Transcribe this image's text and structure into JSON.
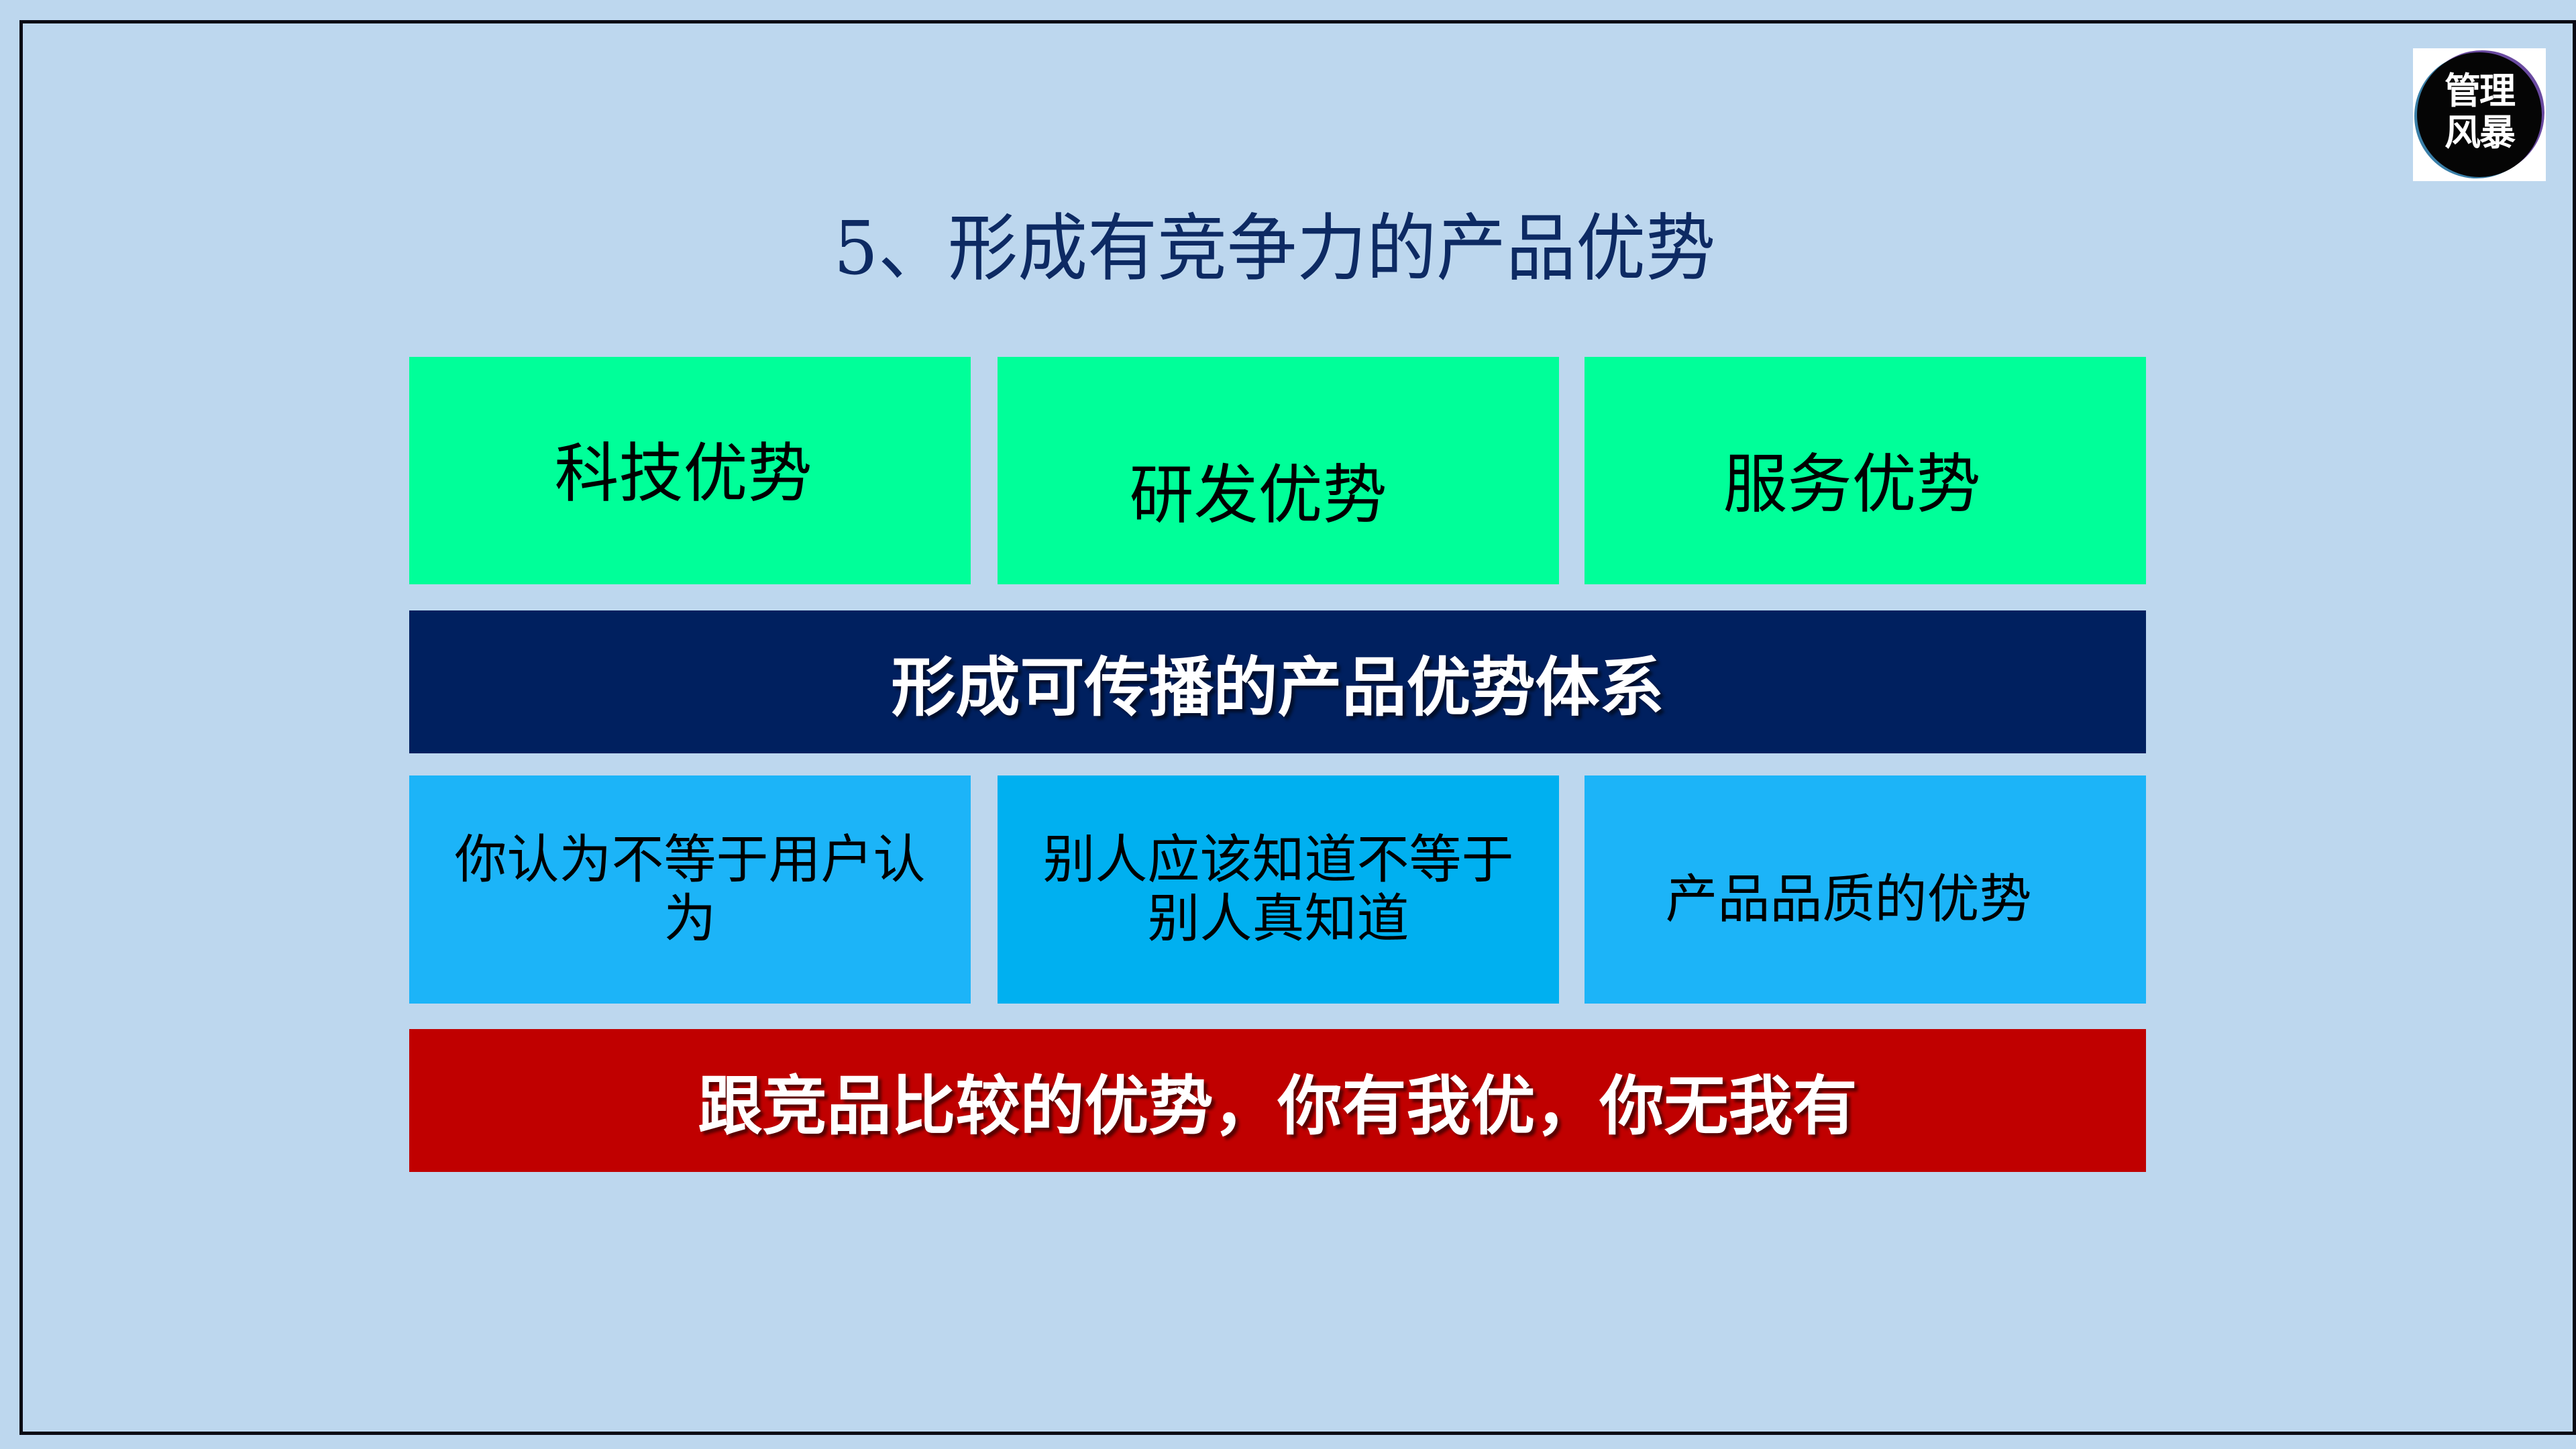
{
  "slide": {
    "title": "5、形成有竞争力的产品优势",
    "logo": {
      "line1": "管理",
      "line2": "风暴"
    },
    "top_row": [
      {
        "label": "科技优势"
      },
      {
        "label": "研发优势"
      },
      {
        "label": "服务优势"
      }
    ],
    "system_bar": {
      "label": "形成可传播的产品优势体系"
    },
    "middle_row": [
      {
        "label": "你认为不等于用户认为"
      },
      {
        "label": "别人应该知道不等于别人真知道"
      },
      {
        "label": "产品品质的优势"
      }
    ],
    "competitor_bar": {
      "label": "跟竞品比较的优势，你有我优，你无我有"
    }
  },
  "colors": {
    "background": "#bdd7ee",
    "title": "#0d2a63",
    "green_box": "#00ff99",
    "navy_bar": "#00205f",
    "blue_box": "#1cb4f8",
    "blue_box_alt": "#00b0f0",
    "red_bar": "#c00000"
  }
}
